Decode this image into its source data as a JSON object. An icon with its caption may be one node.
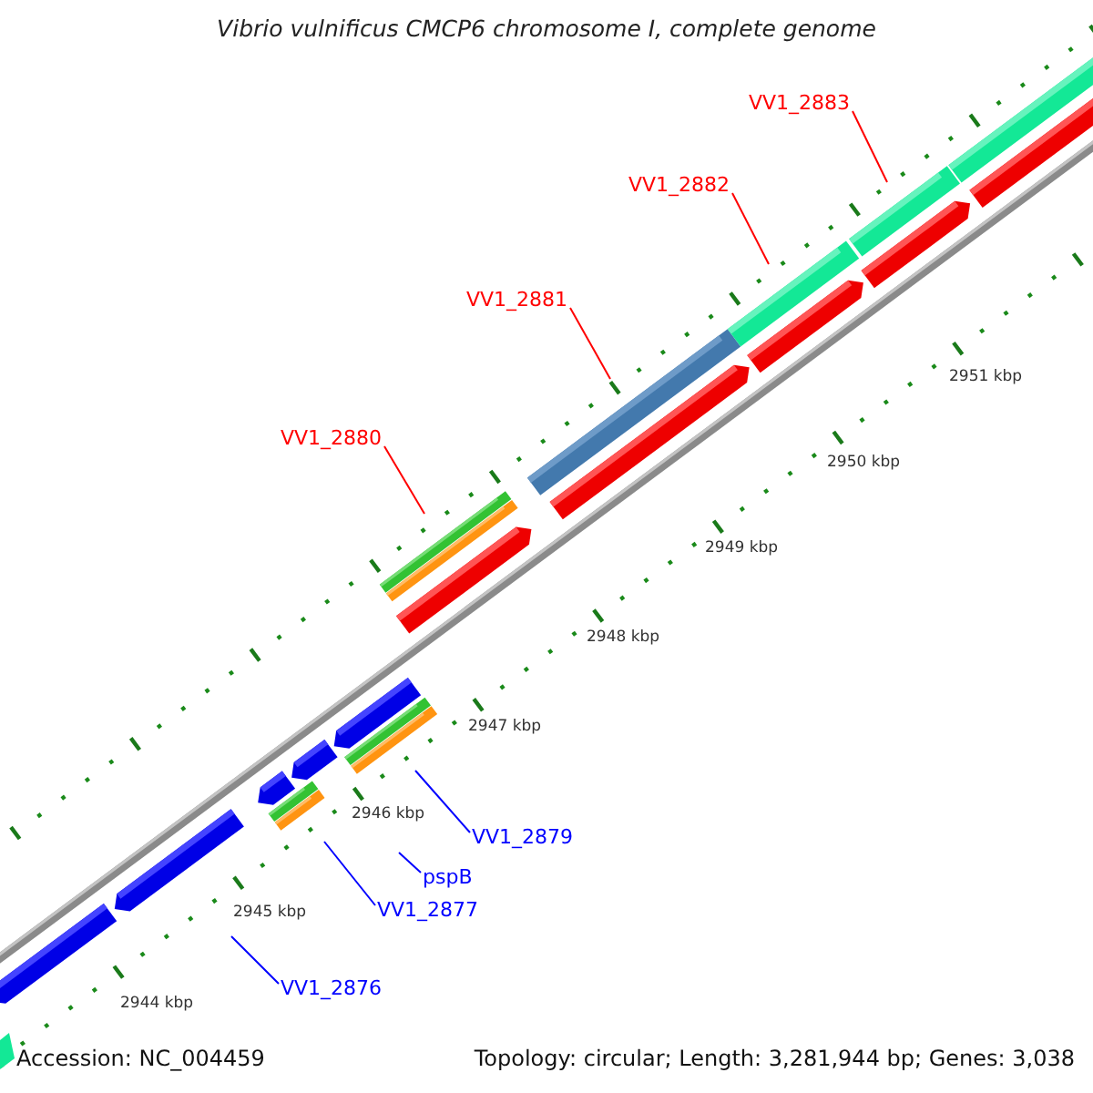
{
  "diagram": {
    "title": "Vibrio vulnificus CMCP6 chromosome I, complete genome",
    "nodes": [
      {
        "text": [
          "VV1_2883"
        ]
      },
      {
        "text": [
          "VV1_2882"
        ]
      },
      {
        "text": [
          "VV1_2881"
        ]
      },
      {
        "text": [
          "VV1_2880"
        ]
      },
      {
        "text": [
          "VV1_2879"
        ]
      },
      {
        "text": [
          "pspB"
        ]
      },
      {
        "text": [
          "VV1_2877"
        ]
      },
      {
        "text": [
          "VV1_2876"
        ]
      }
    ],
    "edges": [
      {
        "from": 0,
        "to": null,
        "arrow": "none"
      },
      {
        "from": 1,
        "to": null,
        "arrow": "none"
      },
      {
        "from": 2,
        "to": null,
        "arrow": "none"
      },
      {
        "from": 3,
        "to": null,
        "arrow": "none"
      },
      {
        "from": 4,
        "to": null,
        "arrow": "none",
        "color": "#0000ff"
      },
      {
        "from": 5,
        "to": null,
        "arrow": "none",
        "color": "#0000ff"
      },
      {
        "from": 6,
        "to": null,
        "arrow": "none",
        "color": "#0000ff"
      },
      {
        "from": 7,
        "to": null,
        "arrow": "none",
        "color": "#0000ff"
      }
    ],
    "labels": [
      "2951 kbp",
      "2950 kbp",
      "2949 kbp",
      "2948 kbp",
      "2947 kbp",
      "2946 kbp",
      "2945 kbp",
      "2944 kbp",
      "Accession: NC_004459",
      "Topology: circular; Length: 3,281,944 bp; Genes: 3,038"
    ]
  }
}
